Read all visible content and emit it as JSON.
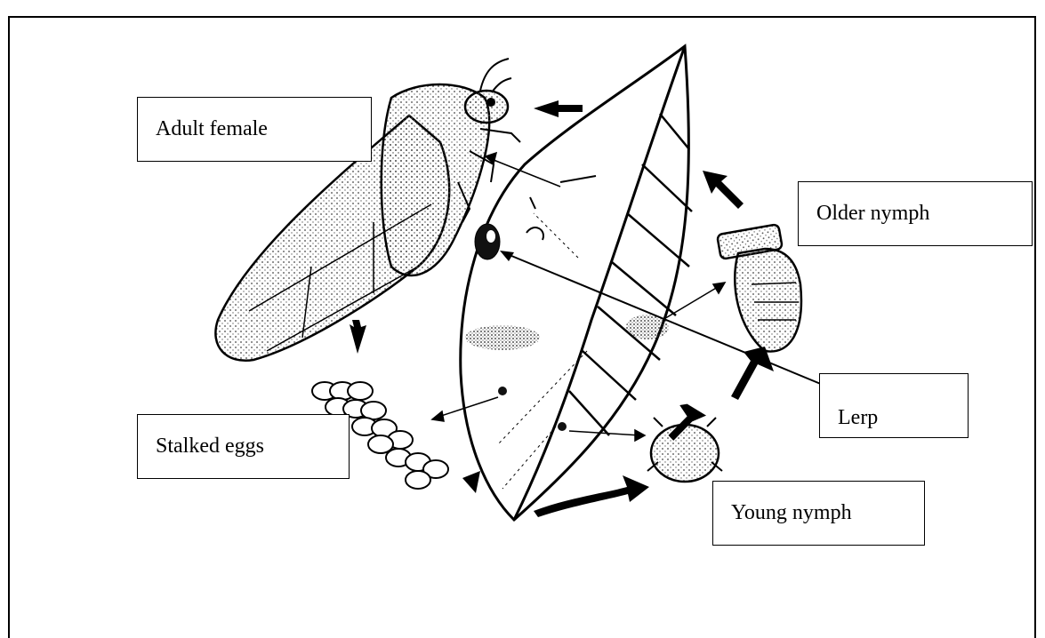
{
  "labels": {
    "adult_female": "Adult female",
    "older_nymph": "Older nymph",
    "lerp": "Lerp",
    "stalked_eggs": "Stalked eggs",
    "young_nymph": "Young nymph"
  },
  "colors": {
    "ink": "#000000",
    "stipple": "#555555",
    "background": "#ffffff"
  }
}
